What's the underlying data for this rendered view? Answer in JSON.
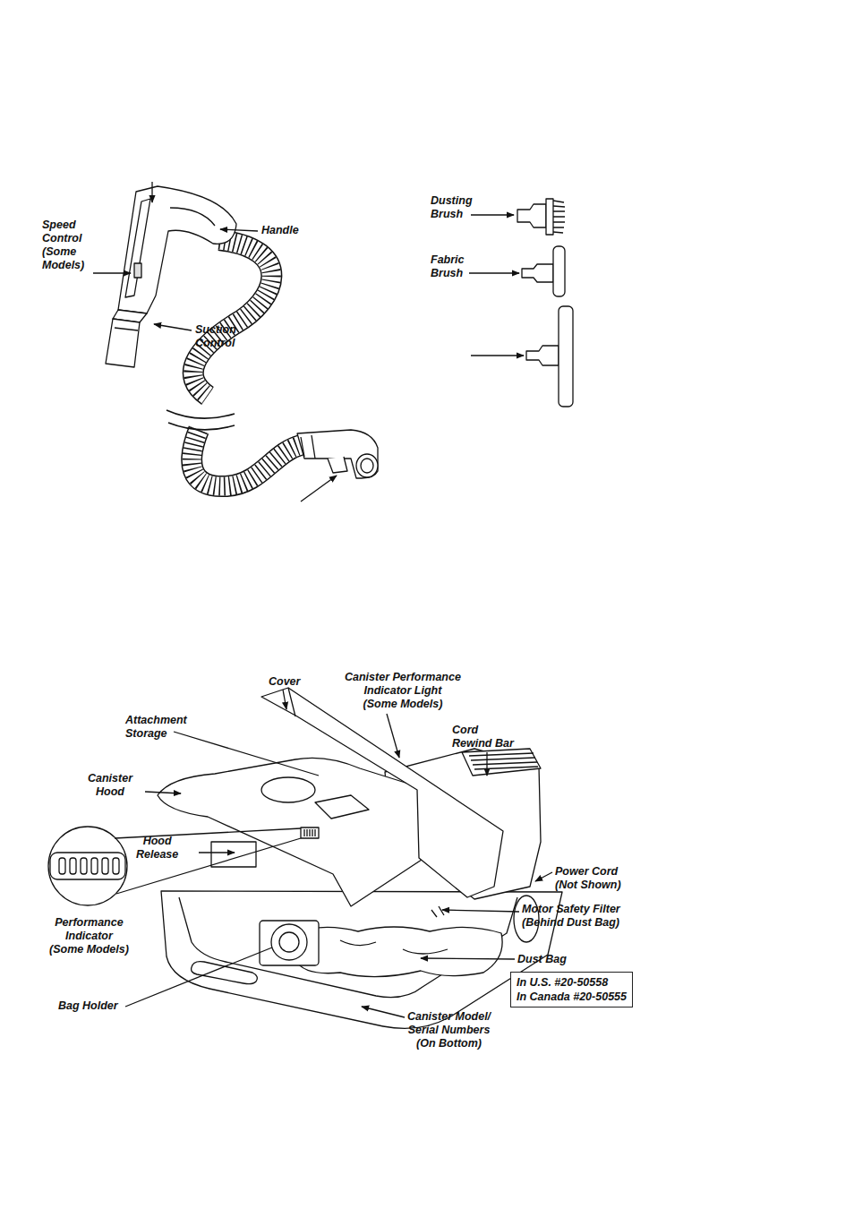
{
  "diagram": {
    "nodes": [
      {
        "text": [
          "In U.S. #20-50558",
          "In Canada #20-50555"
        ]
      }
    ],
    "labels": [
      "Speed Control (Some Models)",
      "Handle",
      "Suction Control",
      "Dusting Brush",
      "Fabric Brush",
      "Cover",
      "Canister Performance Indicator Light (Some Models)",
      "Cord Rewind Bar",
      "Attachment Storage",
      "Canister Hood",
      "Hood Release",
      "Power Cord (Not Shown)",
      "Motor Safety Filter (Behind Dust Bag)",
      "Performance Indicator (Some Models)",
      "Dust Bag",
      "Bag Holder",
      "Canister Model/ Serial Numbers (On Bottom)"
    ]
  }
}
